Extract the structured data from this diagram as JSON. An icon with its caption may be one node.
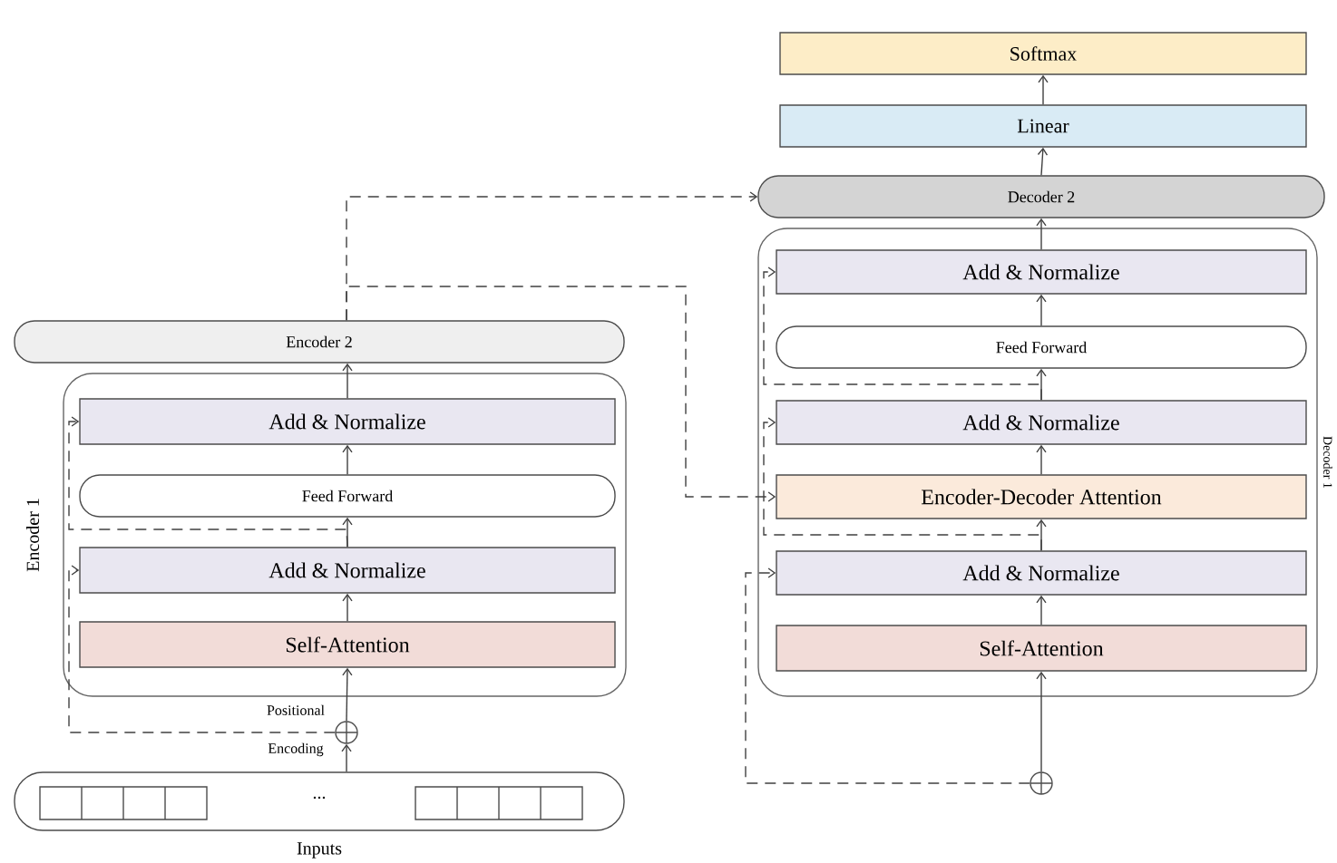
{
  "diagram": {
    "nodes": [
      {
        "text": [
          "...",
          "Inputs"
        ]
      },
      {
        "text": [],
        "shape": "circle"
      },
      {
        "text": [],
        "shape": "box",
        "beside": [
          "Encoder 1"
        ]
      },
      {
        "text": [
          "Self-Attention"
        ],
        "in": 2
      },
      {
        "text": [
          "Add & Normalize"
        ],
        "in": 2
      },
      {
        "text": [
          "Feed Forward"
        ],
        "in": 2
      },
      {
        "text": [
          "Add & Normalize"
        ],
        "in": 2
      },
      {
        "text": [
          "Encoder 2"
        ]
      },
      {
        "text": [],
        "shape": "circle"
      },
      {
        "text": [],
        "shape": "box",
        "beside": [
          "Decoder 1"
        ]
      },
      {
        "text": [
          "Self-Attention"
        ],
        "in": 9
      },
      {
        "text": [
          "Add & Normalize"
        ],
        "in": 9
      },
      {
        "text": [
          "Encoder-Decoder Attention"
        ],
        "in": 9
      },
      {
        "text": [
          "Add & Normalize"
        ],
        "in": 9
      },
      {
        "text": [
          "Feed Forward"
        ],
        "in": 9
      },
      {
        "text": [
          "Add & Normalize"
        ],
        "in": 9
      },
      {
        "text": [
          "Decoder 2"
        ]
      },
      {
        "text": [
          "Linear"
        ]
      },
      {
        "text": [
          "Softmax"
        ]
      }
    ],
    "edges": [
      {
        "from": 0,
        "to": 1,
        "arrow": "to"
      },
      {
        "from": 1,
        "to": 3,
        "arrow": "to"
      },
      {
        "from": 3,
        "to": 4,
        "arrow": "to"
      },
      {
        "from": 4,
        "to": 5,
        "arrow": "to"
      },
      {
        "from": 5,
        "to": 6,
        "arrow": "to"
      },
      {
        "from": 6,
        "to": 7,
        "arrow": "to"
      },
      {
        "from": 1,
        "to": 4,
        "arrow": "to",
        "style": "dashed"
      },
      {
        "from": 4,
        "to": 6,
        "arrow": "to",
        "style": "dashed"
      },
      {
        "from": 7,
        "to": 16,
        "arrow": "to",
        "style": "dashed"
      },
      {
        "from": 7,
        "to": 12,
        "arrow": "to",
        "style": "dashed"
      },
      {
        "from": 8,
        "to": 10,
        "arrow": "to"
      },
      {
        "from": 10,
        "to": 11,
        "arrow": "to"
      },
      {
        "from": 11,
        "to": 12,
        "arrow": "to"
      },
      {
        "from": 12,
        "to": 13,
        "arrow": "to"
      },
      {
        "from": 13,
        "to": 14,
        "arrow": "to"
      },
      {
        "from": 14,
        "to": 15,
        "arrow": "to"
      },
      {
        "from": 15,
        "to": 16,
        "arrow": "to"
      },
      {
        "from": 8,
        "to": 11,
        "arrow": "to",
        "style": "dashed"
      },
      {
        "from": 11,
        "to": 13,
        "arrow": "to",
        "style": "dashed"
      },
      {
        "from": 13,
        "to": 15,
        "arrow": "to",
        "style": "dashed"
      },
      {
        "from": 16,
        "to": 17,
        "arrow": "to"
      },
      {
        "from": 17,
        "to": 18,
        "arrow": "to"
      }
    ],
    "labels": [
      "Positional Encoding"
    ]
  }
}
